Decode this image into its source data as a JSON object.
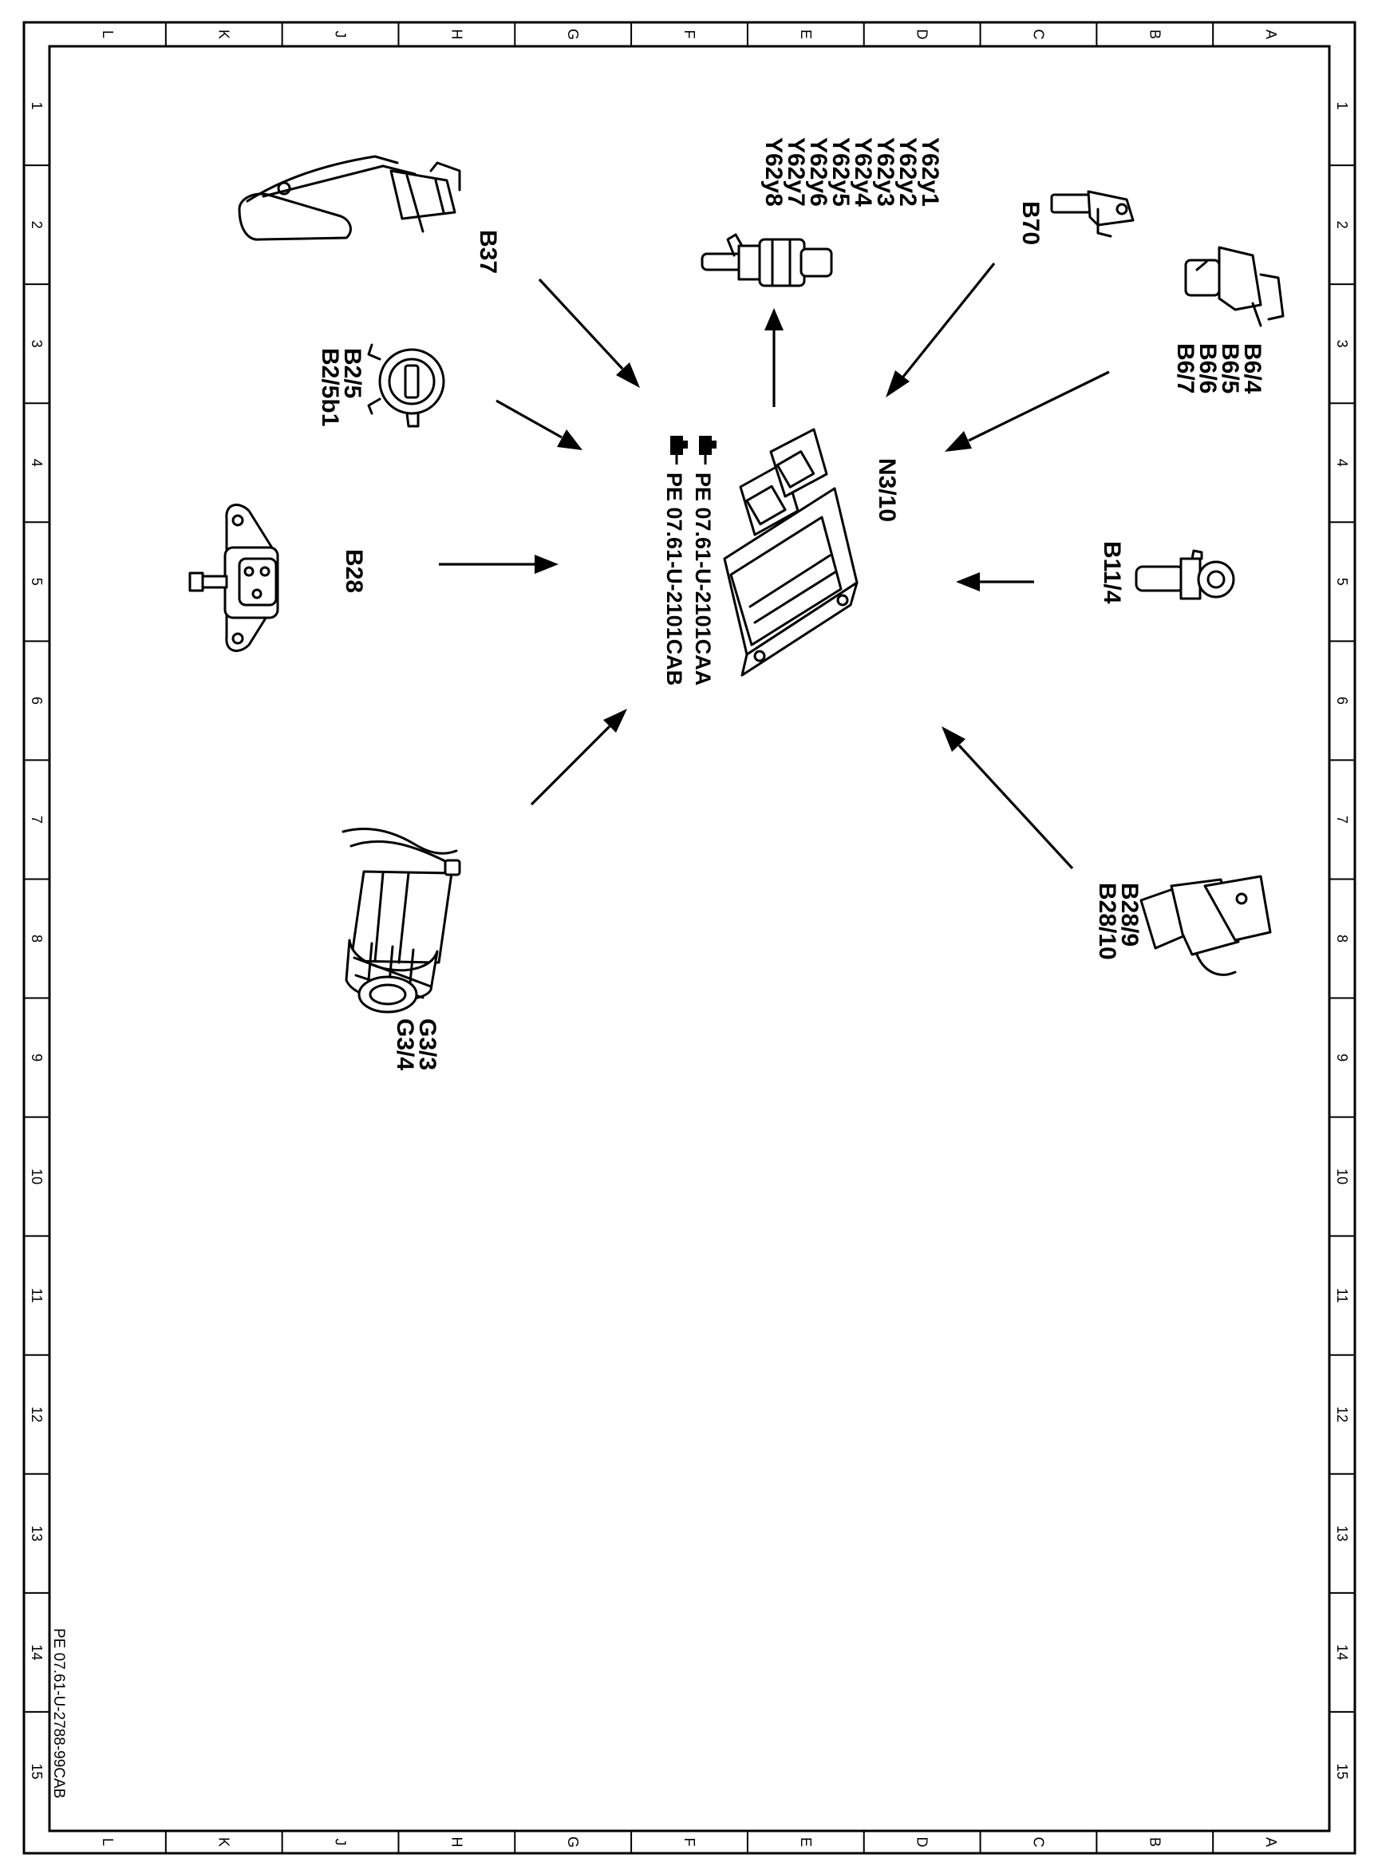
{
  "grid": {
    "columns": [
      "L",
      "K",
      "J",
      "H",
      "G",
      "F",
      "E",
      "D",
      "C",
      "B",
      "A"
    ],
    "rows": [
      "1",
      "2",
      "3",
      "4",
      "5",
      "6",
      "7",
      "8",
      "9",
      "10",
      "11",
      "12",
      "13",
      "14",
      "15"
    ]
  },
  "document_id": "PE 07.61-U-2788-99CAB",
  "center": {
    "label": "N3/10",
    "references": [
      "PE 07.61-U-2101CAA",
      "PE 07.61-U-2101CAB"
    ]
  },
  "components": {
    "b37": {
      "lines": [
        "B37"
      ]
    },
    "y62": {
      "lines": [
        "Y62y1",
        "Y62y2",
        "Y62y3",
        "Y62y4",
        "Y62y5",
        "Y62y6",
        "Y62y7",
        "Y62y8"
      ]
    },
    "b70": {
      "lines": [
        "B70"
      ]
    },
    "b6": {
      "lines": [
        "B6/4",
        "B6/5",
        "B6/6",
        "B6/7"
      ]
    },
    "b2": {
      "lines": [
        "B2/5",
        "B2/5b1"
      ]
    },
    "b28": {
      "lines": [
        "B28"
      ]
    },
    "b11": {
      "lines": [
        "B11/4"
      ]
    },
    "b28_9": {
      "lines": [
        "B28/9",
        "B28/10"
      ]
    },
    "g3": {
      "lines": [
        "G3/3",
        "G3/4"
      ]
    }
  }
}
